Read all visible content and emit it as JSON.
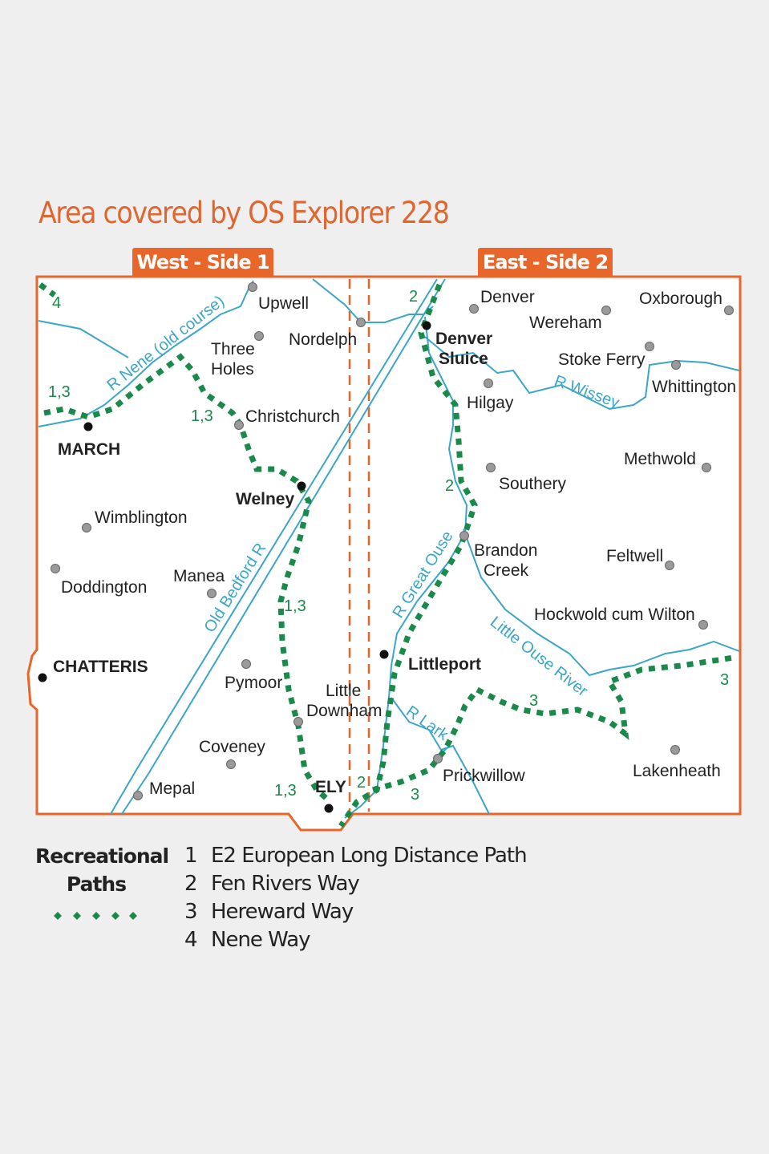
{
  "title": "Area covered by OS Explorer 228",
  "tabs": {
    "west": "West - Side 1",
    "east": "East - Side 2"
  },
  "colors": {
    "border": "#e8662a",
    "river": "#3aa6c8",
    "path": "#1a8a4a",
    "major_town": "#111111",
    "minor_town": "#9a9a9a",
    "background": "#efefef"
  },
  "towns": [
    {
      "name": "Upwell",
      "type": "minor"
    },
    {
      "name": "Nordelph",
      "type": "minor"
    },
    {
      "name": "Three",
      "type": "minor"
    },
    {
      "name": "Holes",
      "type": "label"
    },
    {
      "name": "Christchurch",
      "type": "minor"
    },
    {
      "name": "MARCH",
      "type": "major"
    },
    {
      "name": "Welney",
      "type": "major"
    },
    {
      "name": "Wimblington",
      "type": "minor"
    },
    {
      "name": "Doddington",
      "type": "minor"
    },
    {
      "name": "Manea",
      "type": "minor"
    },
    {
      "name": "CHATTERIS",
      "type": "major"
    },
    {
      "name": "Pymoor",
      "type": "minor"
    },
    {
      "name": "Little",
      "type": "label"
    },
    {
      "name": "Downham",
      "type": "minor"
    },
    {
      "name": "Coveney",
      "type": "minor"
    },
    {
      "name": "Mepal",
      "type": "minor"
    },
    {
      "name": "ELY",
      "type": "major"
    },
    {
      "name": "Denver",
      "type": "minor"
    },
    {
      "name": "Wereham",
      "type": "minor"
    },
    {
      "name": "Oxborough",
      "type": "minor"
    },
    {
      "name": "Denver",
      "type": "major"
    },
    {
      "name": "Sluice",
      "type": "label-major"
    },
    {
      "name": "Stoke Ferry",
      "type": "minor"
    },
    {
      "name": "Whittington",
      "type": "minor"
    },
    {
      "name": "Hilgay",
      "type": "minor"
    },
    {
      "name": "Methwold",
      "type": "minor"
    },
    {
      "name": "Southery",
      "type": "minor"
    },
    {
      "name": "Brandon",
      "type": "minor"
    },
    {
      "name": "Creek",
      "type": "label"
    },
    {
      "name": "Feltwell",
      "type": "minor"
    },
    {
      "name": "Hockwold cum Wilton",
      "type": "minor"
    },
    {
      "name": "Littleport",
      "type": "major"
    },
    {
      "name": "Prickwillow",
      "type": "minor"
    },
    {
      "name": "Lakenheath",
      "type": "minor"
    }
  ],
  "rivers": [
    "R Nene (old course)",
    "Old Bedford R",
    "R Great Ouse",
    "R Wissey",
    "Little Ouse River",
    "R Lark"
  ],
  "path_labels": [
    "4",
    "1,3",
    "1,3",
    "1,3",
    "1,3",
    "2",
    "2",
    "2",
    "3",
    "3",
    "3"
  ],
  "legend": {
    "title_line1": "Recreational",
    "title_line2": "Paths",
    "items": [
      {
        "num": "1",
        "label": "E2 European Long Distance Path"
      },
      {
        "num": "2",
        "label": "Fen Rivers Way"
      },
      {
        "num": "3",
        "label": "Hereward Way"
      },
      {
        "num": "4",
        "label": "Nene Way"
      }
    ]
  }
}
